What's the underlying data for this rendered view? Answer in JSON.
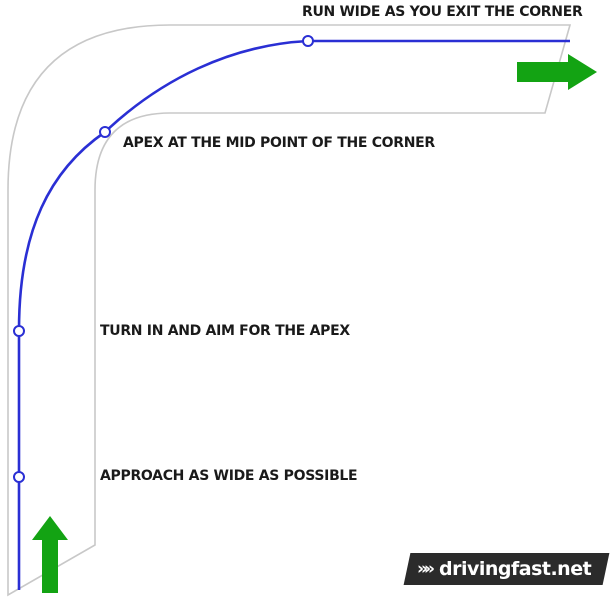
{
  "labels": {
    "exit": "RUN WIDE AS YOU EXIT THE CORNER",
    "apex": "APEX AT THE MID POINT OF THE CORNER",
    "turn_in": "TURN IN AND AIM FOR THE APEX",
    "approach": "APPROACH AS WIDE AS POSSIBLE"
  },
  "logo": {
    "chevrons": "»»",
    "text": "drivingfast.net"
  },
  "colors": {
    "racing_line": "#2a2fd4",
    "arrow": "#13a313",
    "track_edge": "#c8c8c8",
    "logo_bg": "#2b2b2b"
  }
}
